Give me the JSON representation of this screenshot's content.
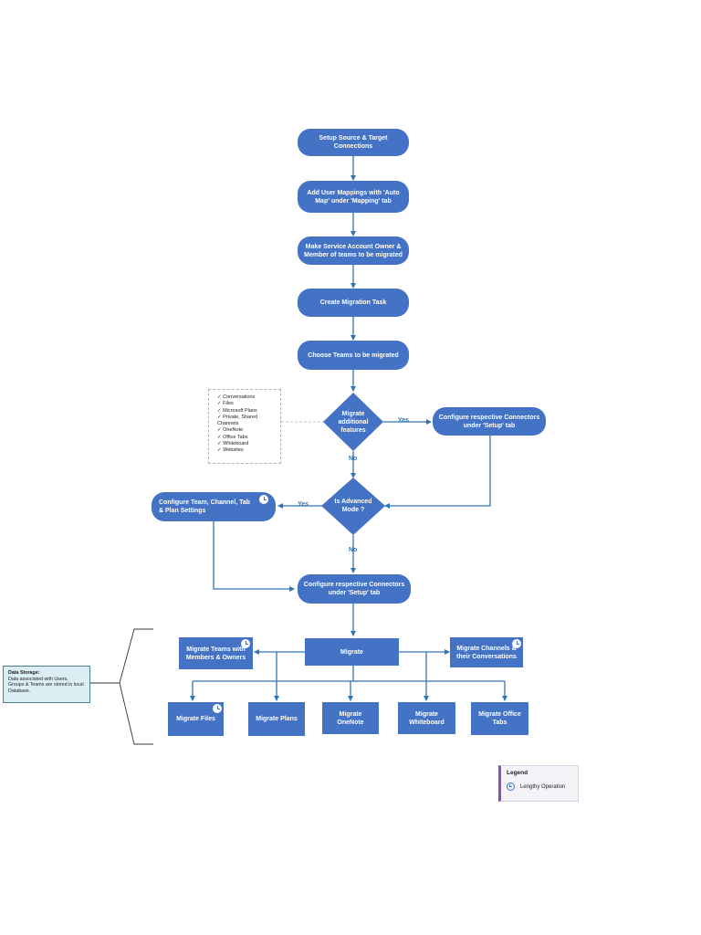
{
  "steps": {
    "setup_connections": "Setup Source & Target Connections",
    "add_user_mappings": "Add User Mappings with 'Auto Map' under 'Mapping' tab",
    "make_service_account": "Make Service Account Owner & Member of teams to be migrated",
    "create_task": "Create Migration Task",
    "choose_teams": "Choose Teams to be migrated",
    "configure_connectors_right": "Configure respective Connectors under 'Setup' tab",
    "configure_team_settings": "Configure Team, Channel, Tab & Plan Settings",
    "configure_connectors_center": "Configure respective Connectors under 'Setup' tab",
    "migrate": "Migrate",
    "migrate_teams": "Migrate Teams with Members & Owners",
    "migrate_channels": "Migrate Channels & their Conversations",
    "migrate_files": "Migrate Files",
    "migrate_plans": "Migrate Plans",
    "migrate_onenote": "Migrate OneNote",
    "migrate_whiteboard": "Migrate Whiteboard",
    "migrate_office_tabs": "Migrate Office Tabs"
  },
  "decisions": {
    "additional_features": "Migrate additional features",
    "advanced_mode": "Is Advanced Mode ?"
  },
  "edge_labels": {
    "yes1": "Yes",
    "no1": "No",
    "yes2": "Yes",
    "no2": "No"
  },
  "features_note": {
    "check": "✓",
    "items": [
      "Conversations",
      "Files",
      "Microsoft Plans",
      "Private, Shared Channels",
      "OneNote",
      "Office Tabs",
      "Whiteboard",
      "Websites"
    ]
  },
  "data_storage": {
    "title": "Data Storage:",
    "text": "Data associated with Users, Groups & Teams are stored in local Database."
  },
  "legend": {
    "title": "Legend",
    "item": "Lengthy Operation",
    "icon": "clock-icon"
  },
  "colors": {
    "box": "#4472c4",
    "arrow": "#2e75b6",
    "storage_bg": "#dbeef4",
    "legend_accent": "#7e5a9b"
  }
}
